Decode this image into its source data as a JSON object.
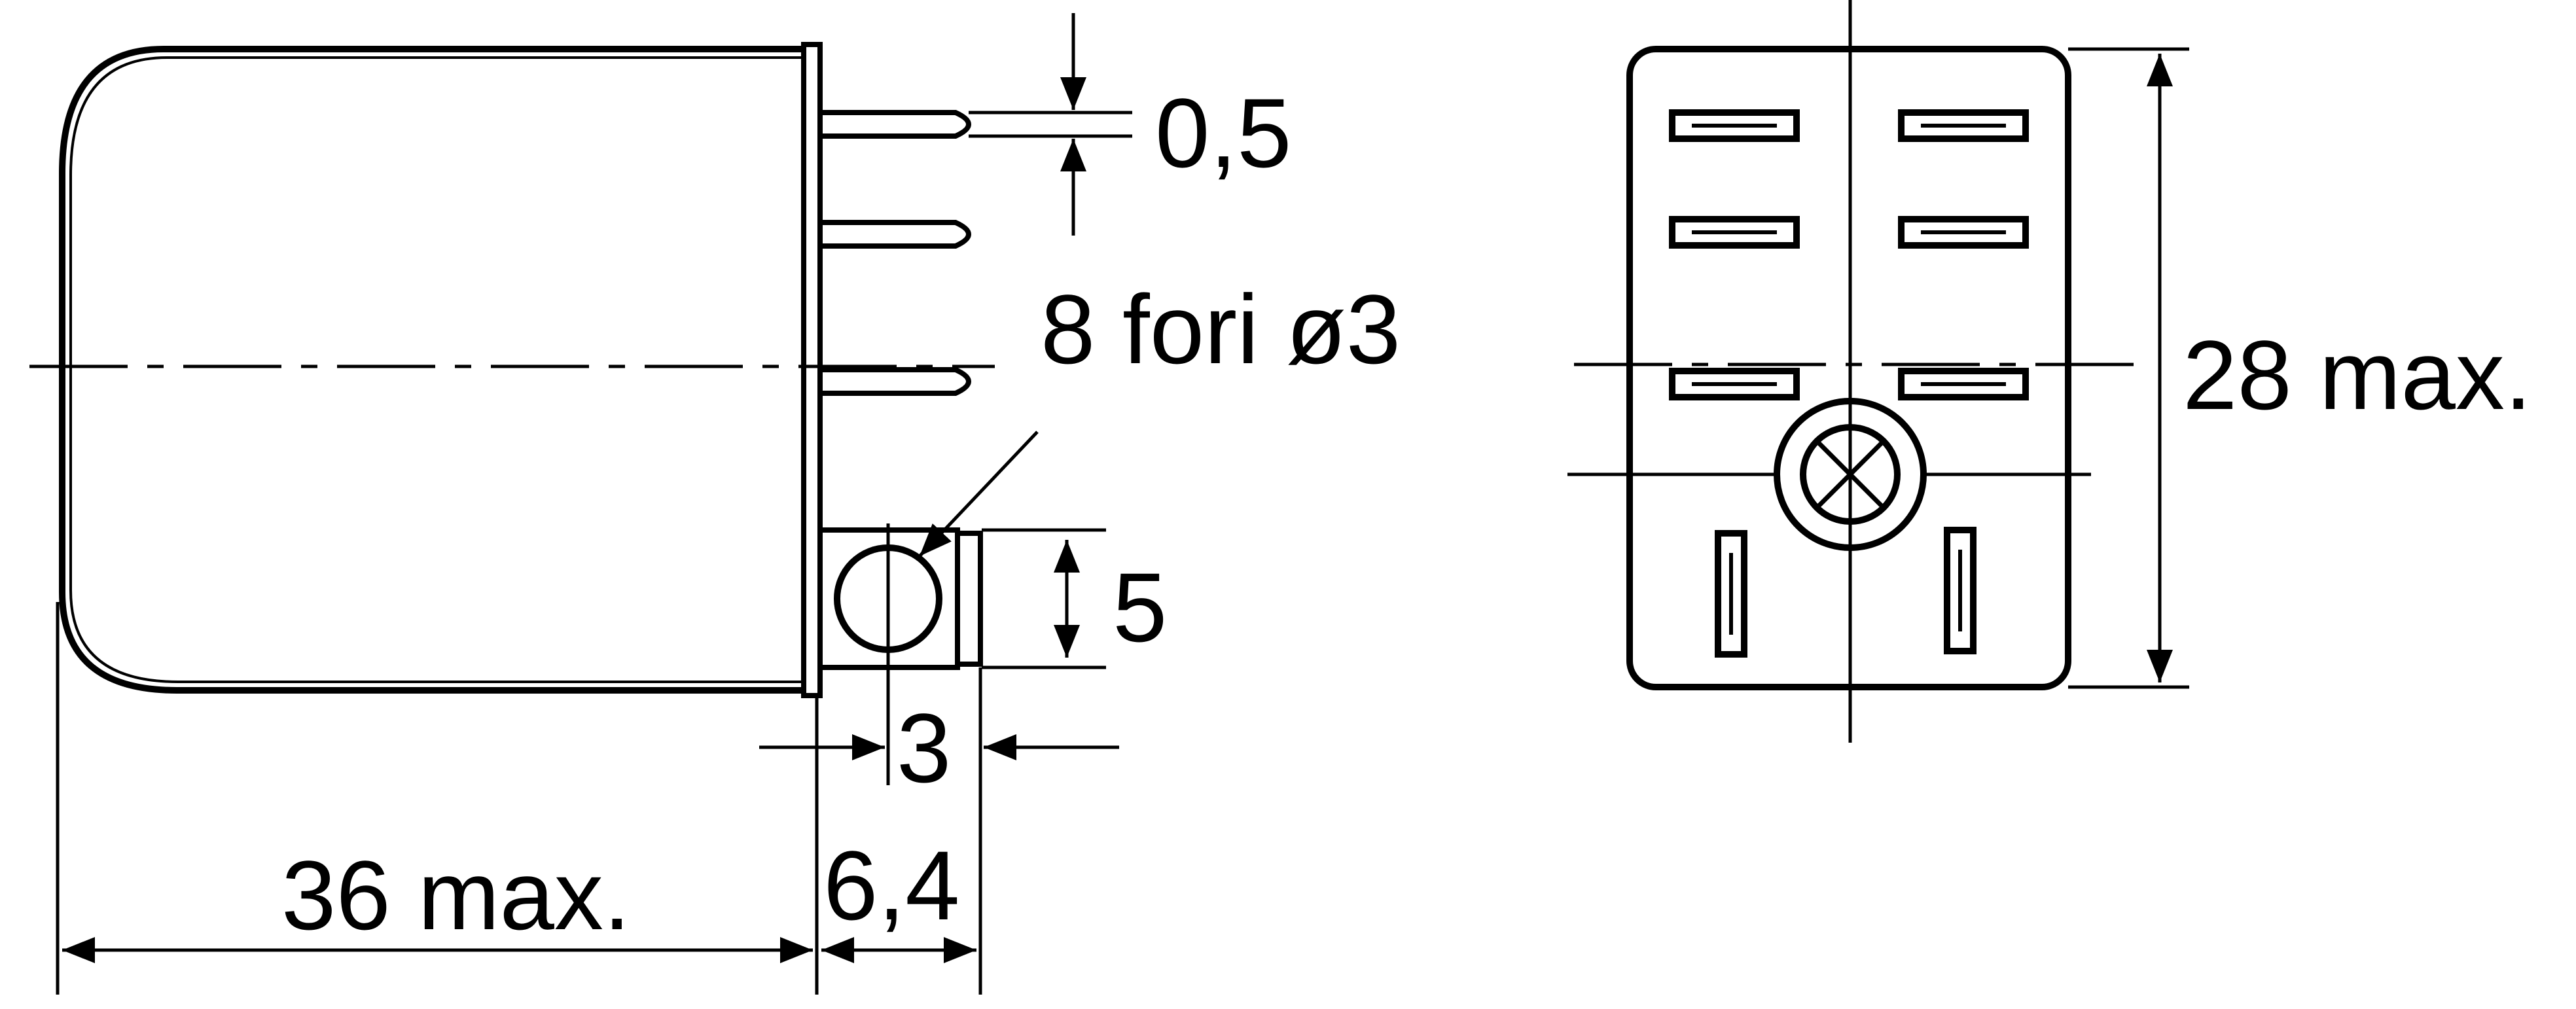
{
  "side_view": {
    "pin_thickness": "0,5",
    "holes_note": "8 fori ø3",
    "tab_height": "5",
    "hole_offset": "3",
    "body_depth": "36 max.",
    "pin_length": "6,4"
  },
  "bottom_view": {
    "height": "28 max."
  }
}
